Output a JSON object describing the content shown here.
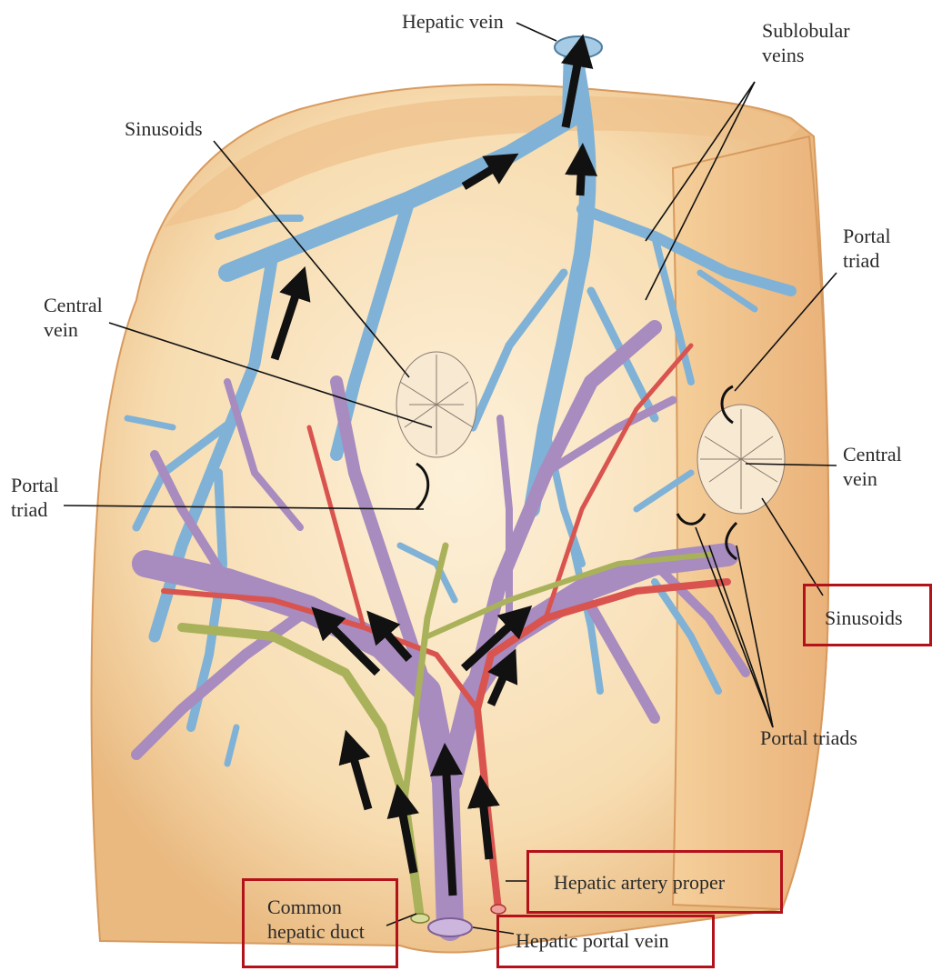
{
  "labels": {
    "hepatic_vein": "Hepatic vein",
    "sublobular": [
      "Sublobular",
      "veins"
    ],
    "sinusoids_top": "Sinusoids",
    "portal_triad_right": [
      "Portal",
      "triad"
    ],
    "central_vein_left": [
      "Central",
      "vein"
    ],
    "portal_triad_left": [
      "Portal",
      "triad"
    ],
    "central_vein_right": [
      "Central",
      "vein"
    ],
    "sinusoids_right": "Sinusoids",
    "portal_triads": "Portal triads",
    "hepatic_artery_proper": "Hepatic artery proper",
    "common_hepatic_duct": [
      "Common",
      "hepatic duct"
    ],
    "hepatic_portal_vein": "Hepatic portal vein"
  },
  "colors": {
    "liver_tissue": "#f3cf9c",
    "liver_light": "#fbe6c3",
    "hepatic_vein": "#7fb2d6",
    "portal_vein": "#a88bbf",
    "hepatic_artery": "#d9534f",
    "bile_duct": "#a9b25a",
    "highlight_box": "#b3121b"
  }
}
